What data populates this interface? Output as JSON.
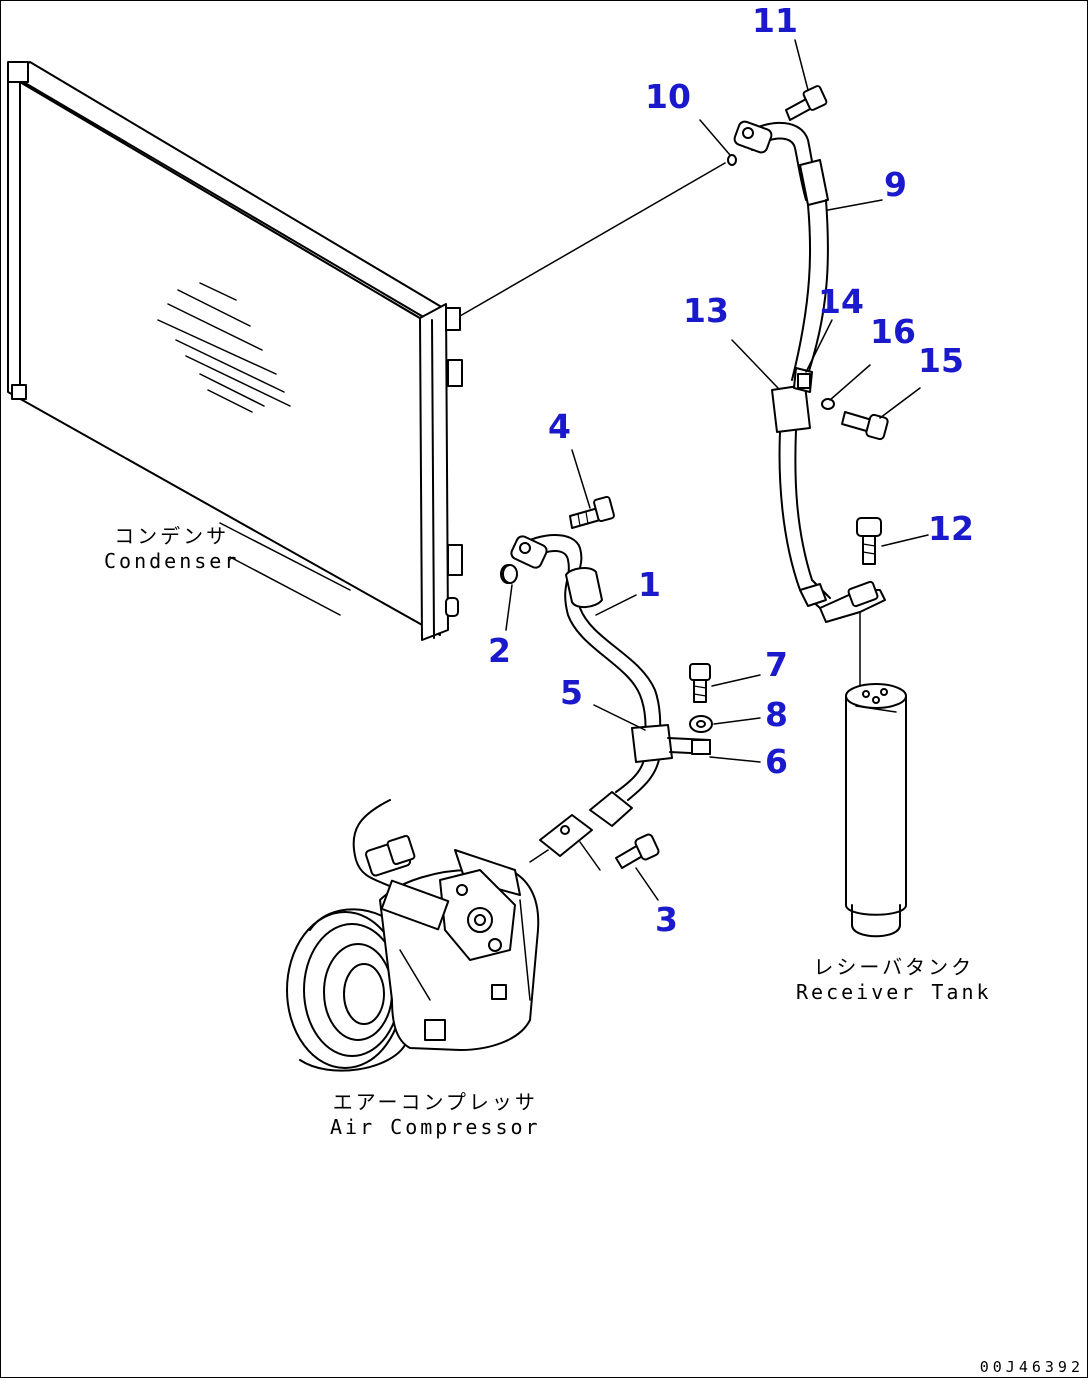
{
  "colors": {
    "callout": "#1a1acc",
    "line": "#000000"
  },
  "callouts": {
    "c1": "1",
    "c2": "2",
    "c3": "3",
    "c4": "4",
    "c5": "5",
    "c6": "6",
    "c7": "7",
    "c8": "8",
    "c9": "9",
    "c10": "10",
    "c11": "11",
    "c12": "12",
    "c13": "13",
    "c14": "14",
    "c15": "15",
    "c16": "16"
  },
  "labels": {
    "condenser_jp": "コンデンサ",
    "condenser_en": "Condenser",
    "receiver_jp": "レシーバタンク",
    "receiver_en": "Receiver Tank",
    "compressor_jp": "エアーコンプレッサ",
    "compressor_en": "Air Compressor"
  },
  "drawing_number": "00J46392"
}
